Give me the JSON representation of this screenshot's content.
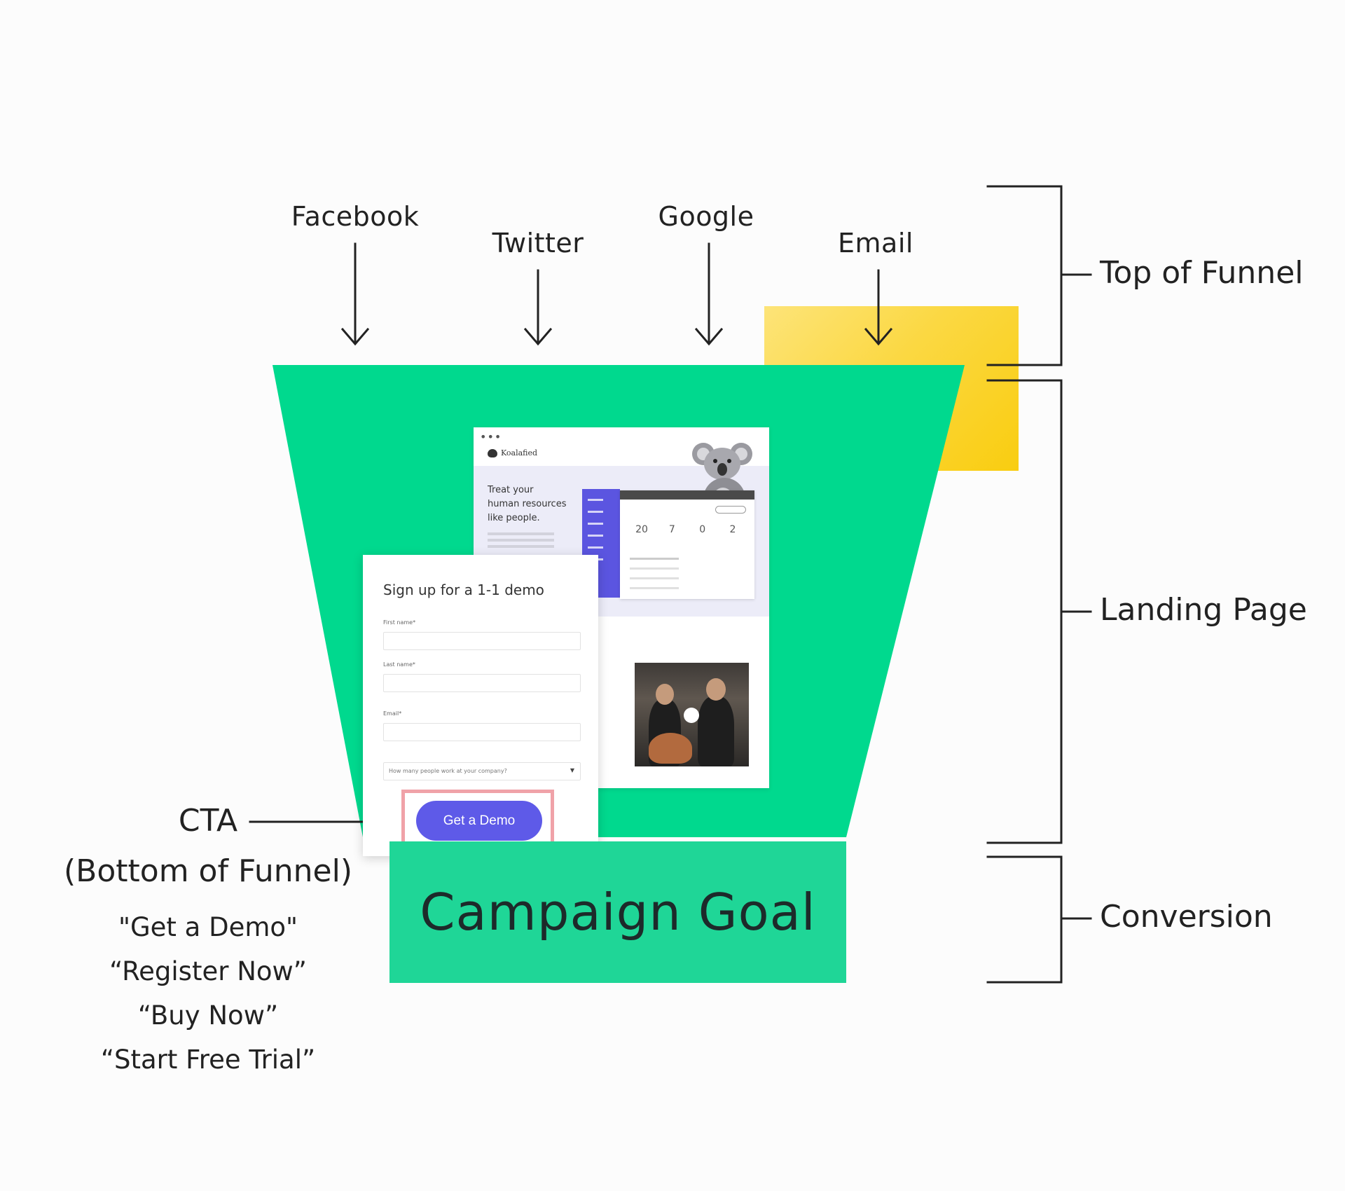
{
  "channels": [
    {
      "id": "facebook",
      "label": "Facebook"
    },
    {
      "id": "twitter",
      "label": "Twitter"
    },
    {
      "id": "google",
      "label": "Google"
    },
    {
      "id": "email",
      "label": "Email"
    }
  ],
  "stages": {
    "top_of_funnel": "Top of Funnel",
    "landing_page": "Landing Page",
    "conversion": "Conversion"
  },
  "cta": {
    "label": "CTA",
    "sublabel": "(Bottom of Funnel)",
    "examples": [
      "\"Get a Demo\"",
      "“Register Now”",
      "“Buy Now”",
      "“Start Free Trial”"
    ]
  },
  "campaign_goal": "Campaign Goal",
  "landing_page_mockup": {
    "brand": "Koalafied",
    "headline": "Treat your\nhuman resources\nlike people.",
    "dashboard_stats": [
      "20",
      "7",
      "0",
      "2"
    ]
  },
  "form": {
    "title": "Sign up for a 1-1 demo",
    "fields": [
      {
        "label": "First name*"
      },
      {
        "label": "Last name*"
      },
      {
        "label": "Email*"
      }
    ],
    "select_placeholder": "How many people work at your company?",
    "button_label": "Get a Demo"
  },
  "colors": {
    "funnel_green": "#00d98e",
    "goal_green": "#1fd697",
    "accent_yellow": "#f9cd10",
    "cta_purple": "#5e5ae8",
    "highlight_pink": "#f0a2a8"
  }
}
